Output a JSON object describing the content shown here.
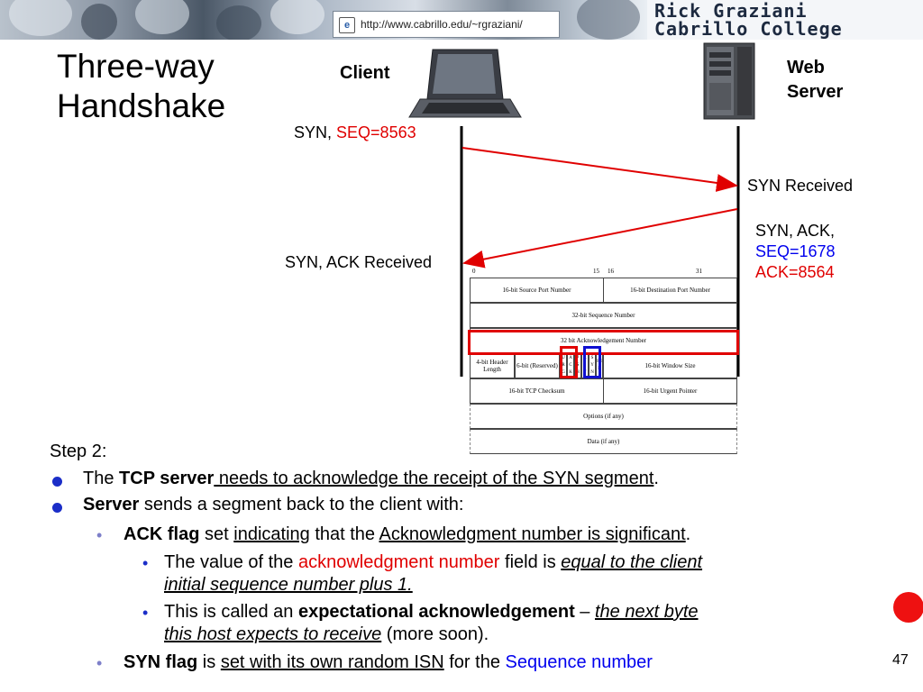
{
  "header": {
    "url": "http://www.cabrillo.edu/~rgraziani/",
    "brand_line1": "Rick Graziani",
    "brand_line2": "Cabrillo College"
  },
  "slide": {
    "title_line1": "Three-way",
    "title_line2": "Handshake",
    "page_number": "47"
  },
  "diagram": {
    "client_label": "Client",
    "server_label_line1": "Web",
    "server_label_line2": "Server",
    "syn_prefix": "SYN,",
    "syn_seq": "SEQ=8563",
    "syn_received": "SYN Received",
    "synack_line1": "SYN, ACK,",
    "synack_seq": "SEQ=1678",
    "synack_ack": "ACK=8564",
    "synack_received": "SYN, ACK  Received",
    "colors": {
      "arrow": "#e00000",
      "highlight_ack": "#e00000",
      "highlight_flags": "#1010d0"
    }
  },
  "tcp_header": {
    "bit_labels": [
      "0",
      "15",
      "16",
      "31"
    ],
    "source_port": "16-bit Source Port Number",
    "dest_port": "16-bit Destination Port Number",
    "seq_number": "32-bit Sequence Number",
    "ack_number": "32 bit Acknowledgement Number",
    "header_length": "4-bit Header Length",
    "reserved": "6-bit (Reserved)",
    "flags": [
      "U R G",
      "A C K",
      "P S H",
      "R S T",
      "S Y N",
      "F I N"
    ],
    "window_size": "16-bit Window Size",
    "checksum": "16-bit TCP Checksum",
    "urgent_pointer": "16-bit Urgent Pointer",
    "options": "Options (if any)",
    "data": "Data (if any)"
  },
  "body": {
    "step": "Step 2:",
    "b1_the": "The ",
    "b1_bold": "TCP server",
    "b1_under": " needs to acknowledge the receipt of the SYN segment",
    "b1_end": ".",
    "b2_bold": "Server",
    "b2_rest": " sends a segment back to the client with:",
    "b3_bold": "ACK flag",
    "b3_set": " set ",
    "b3_u1": "indicating",
    "b3_mid": " that the ",
    "b3_u2": "Acknowledgment number is significant",
    "b3_end": ".",
    "b4_start": "The value of the ",
    "b4_red": "acknowledgment number",
    "b4_mid": " field is ",
    "b4_italic1": "equal to the client",
    "b4_italic2": "initial sequence number plus 1.",
    "b5_start": "This is called an ",
    "b5_bold": "expectational acknowledgement",
    "b5_dash": " – ",
    "b5_italic1": "the next byte",
    "b5_italic2": "this host expects to receive",
    "b5_end": " (more soon).",
    "b6_bold": "SYN flag",
    "b6_is": " is ",
    "b6_under": "set with its own random ISN",
    "b6_for": " for the ",
    "b6_blue": "Sequence number"
  }
}
